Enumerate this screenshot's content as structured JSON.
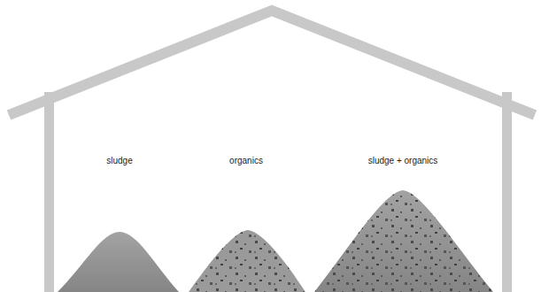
{
  "diagram": {
    "labels": [
      "sludge",
      "organics",
      "sludge + organics"
    ]
  }
}
